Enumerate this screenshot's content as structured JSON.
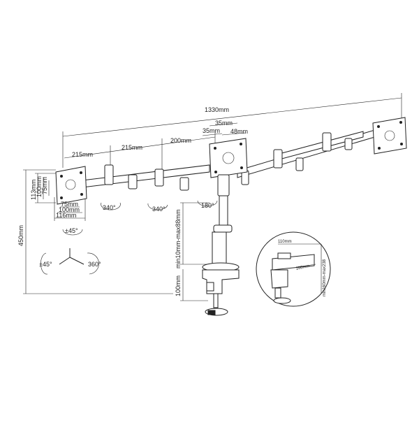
{
  "dimensions": {
    "overall_width": "1330mm",
    "arm_a": "215mm",
    "arm_b": "215mm",
    "arm_c": "200mm",
    "arm_d": "35mm",
    "arm_e": "35mm",
    "arm_f": "48mm",
    "height_total": "450mm",
    "pole_adjust": "min10mm-max88mm",
    "clamp_height": "100mm",
    "vesa_113": "113mm",
    "vesa_100": "100mm",
    "vesa_75": "75mm",
    "vesa_75_h": "75mm",
    "vesa_100_h": "100mm",
    "vesa_116": "116mm"
  },
  "rotations": {
    "left_joint": "340°",
    "mid_joint": "340°",
    "center_joint": "180°",
    "tilt_up": "±45°",
    "tilt_side": "±45°",
    "rotate": "360°"
  },
  "inset": {
    "clamp_width": "110mm",
    "clamp_depth": "100mm",
    "desk_thickness": "min160mm-max238"
  }
}
